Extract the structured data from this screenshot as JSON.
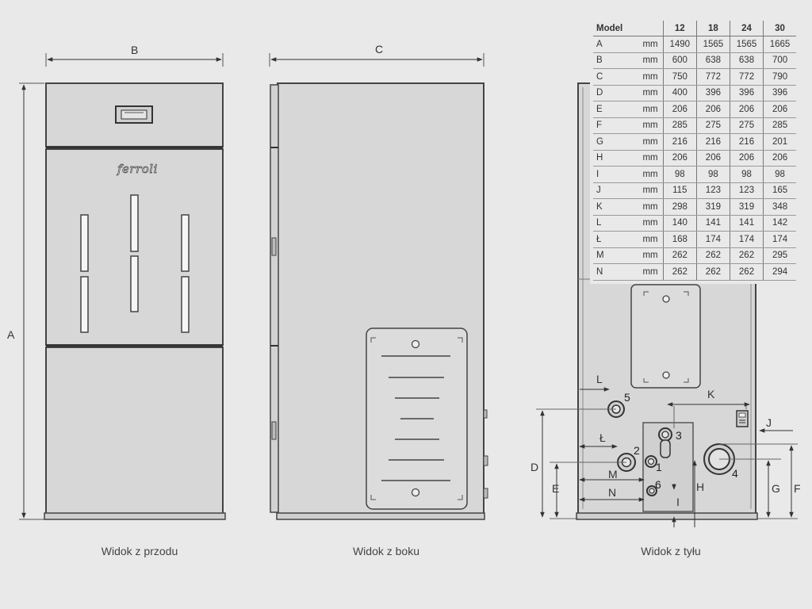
{
  "views": {
    "front": "Widok z przodu",
    "side": "Widok z boku",
    "rear": "Widok z tyłu"
  },
  "brand": "ferroli",
  "dimension_labels": {
    "A": "A",
    "B": "B",
    "C": "C",
    "D": "D",
    "E": "E",
    "F": "F",
    "G": "G",
    "H": "H",
    "I": "I",
    "J": "J",
    "K": "K",
    "L": "L",
    "Ł": "Ł",
    "M": "M",
    "N": "N"
  },
  "connection_numbers": [
    "1",
    "2",
    "3",
    "4",
    "5",
    "6"
  ],
  "spec_table": {
    "header": [
      "Model",
      "",
      "12",
      "18",
      "24",
      "30"
    ],
    "rows": [
      [
        "A",
        "mm",
        "1490",
        "1565",
        "1565",
        "1665"
      ],
      [
        "B",
        "mm",
        "600",
        "638",
        "638",
        "700"
      ],
      [
        "C",
        "mm",
        "750",
        "772",
        "772",
        "790"
      ],
      [
        "D",
        "mm",
        "400",
        "396",
        "396",
        "396"
      ],
      [
        "E",
        "mm",
        "206",
        "206",
        "206",
        "206"
      ],
      [
        "F",
        "mm",
        "285",
        "275",
        "275",
        "285"
      ],
      [
        "G",
        "mm",
        "216",
        "216",
        "216",
        "201"
      ],
      [
        "H",
        "mm",
        "206",
        "206",
        "206",
        "206"
      ],
      [
        "I",
        "mm",
        "98",
        "98",
        "98",
        "98"
      ],
      [
        "J",
        "mm",
        "115",
        "123",
        "123",
        "165"
      ],
      [
        "K",
        "mm",
        "298",
        "319",
        "319",
        "348"
      ],
      [
        "L",
        "mm",
        "140",
        "141",
        "141",
        "142"
      ],
      [
        "Ł",
        "mm",
        "168",
        "174",
        "174",
        "174"
      ],
      [
        "M",
        "mm",
        "262",
        "262",
        "262",
        "295"
      ],
      [
        "N",
        "mm",
        "262",
        "262",
        "262",
        "294"
      ]
    ]
  }
}
